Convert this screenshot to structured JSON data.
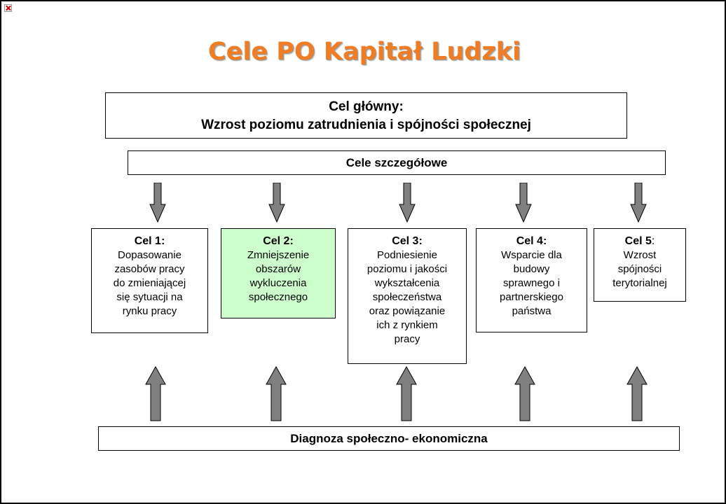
{
  "title": "Cele PO Kapitał Ludzki",
  "main_goal": {
    "line1": "Cel główny:",
    "line2": "Wzrost poziomu zatrudnienia i spójności społecznej"
  },
  "specific_goals_label": "Cele szczegółowe",
  "goals": [
    {
      "head": "Cel 1:",
      "text": "Dopasowanie\nzasobów pracy\ndo zmieniającej\nsię sytuacji na\nrynku pracy",
      "highlight": false
    },
    {
      "head": "Cel 2:",
      "text": "Zmniejszenie\nobszarów\nwykluczenia\nspołecznego",
      "highlight": true,
      "highlight_color": "#ccffcc"
    },
    {
      "head": "Cel 3:",
      "text": "Podniesienie\npoziomu i jakości\nwykształcenia\nspołeczeństwa\noraz powiązanie\nich z rynkiem\npracy",
      "highlight": false
    },
    {
      "head": "Cel 4:",
      "text": "Wsparcie dla\nbudowy\nsprawnego i\npartnerskiego\npaństwa",
      "highlight": false
    },
    {
      "head": "Cel 5",
      "head_suffix": ":",
      "text": "Wzrost\nspójności\nterytorialnej",
      "highlight": false
    }
  ],
  "diagnosis_label": "Diagnoza społeczno- ekonomiczna",
  "colors": {
    "title": "#f07d24",
    "arrow_fill": "#808080",
    "highlight": "#ccffcc"
  }
}
